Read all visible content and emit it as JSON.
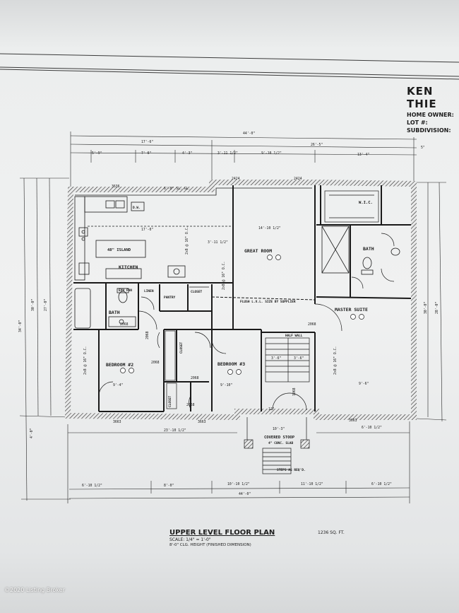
{
  "title_block": {
    "name": "KEN THIE",
    "home_owner": "HOME OWNER:",
    "lot": "LOT #:",
    "subdivision": "SUBDIVISION:"
  },
  "rooms": {
    "kitchen": "KITCHEN",
    "island": "48\" ISLAND",
    "great_room": "GREAT ROOM",
    "master_suite": "MASTER SUITE",
    "bedroom2": "BEDROOM #2",
    "bedroom3": "BEDROOM #3",
    "bath_main": "BATH",
    "bath_master": "BATH",
    "wic": "W.I.C.",
    "linen": "LINEN",
    "pantry": "PANTRY",
    "closet_hall": "CLOSET",
    "closet_b2": "CLOSET",
    "closet_b3": "CLOSET",
    "exh_fan": "EXH FAN",
    "dw": "D.W.",
    "half_wall": "HALF WALL",
    "flush": "FLUSH L.V.L. SIZE BY SUPPLIER",
    "covered_stoop": "COVERED STOOP",
    "conc_slab": "4\" CONC. SLAB",
    "steps": "STEPS AS REQ'D."
  },
  "dimensions": {
    "overall_top": "44'-0\"",
    "top_left": "17'-6\"",
    "top_right": "26'-5\"",
    "top_far_right": "5\"",
    "seg1": "5'-9\"",
    "seg2": "7'-6\"",
    "seg3": "4'-3\"",
    "seg4": "3'-11 1/2\"",
    "seg5": "9'-10 1/2\"",
    "seg6": "13'-4\"",
    "kitchen_w": "17'-0\"",
    "kitchen_w2": "3'-11 1/2\"",
    "great_w": "14'-10 1/2\"",
    "window_3636": "3636",
    "sl_gl": "6'-0\" SL. GL.",
    "win_2424a": "2424",
    "win_2424b": "2424",
    "left_overall": "34'-0\"",
    "left_sub": "30'-0\"",
    "left_sub2": "27'-0\"",
    "right_overall": "30'-0\"",
    "right_sub": "28'-0\"",
    "left_stoop": "4'-0\"",
    "bottom_overall": "44'-0\"",
    "bottom_seg1": "6'-10 1/2\"",
    "bottom_seg2": "8'-0\"",
    "bottom_seg3": "10'-10 1/2\"",
    "bottom_seg4": "11'-10 1/2\"",
    "bottom_seg5": "6'-10 1/2\"",
    "bottom_left_w": "23'-10 1/2\"",
    "bottom_right_w": "6'-10 1/2\"",
    "stoop_w": "10'-3\"",
    "win_3663a": "3663",
    "win_3663b": "3663",
    "win_3663c": "3663",
    "door_2068a": "2068",
    "door_2068b": "2068",
    "door_2068c": "2068",
    "door_2068d": "2068",
    "door_2068e": "2068",
    "door_2068f": "2068",
    "door_3068": "3068",
    "beam_a": "2x8 @ 16\" O.C.",
    "beam_b": "2x8 @ 16\" O.C.",
    "beam_c": "2x8 @ 16\" O.C.",
    "beam_d": "2x8 @ 16\" O.C.",
    "stair_a": "3'-6\"",
    "stair_b": "3'-6\"",
    "b2_w": "9'-4\"",
    "b3_w": "9'-10\"",
    "ms_w": "9'-6\"",
    "stair_run": "12\""
  },
  "plan_title": "UPPER LEVEL FLOOR PLAN",
  "plan_area": "1236 SQ. FT.",
  "plan_scale": "SCALE: 1/4\" = 1'-0\"",
  "plan_note": "8'-0\" CLG. HEIGHT (FINISHED DIMENSION)",
  "watermark": "©2020 Listing Broker",
  "colors": {
    "ink": "#1a1a1a",
    "paper": "#eceeee"
  }
}
